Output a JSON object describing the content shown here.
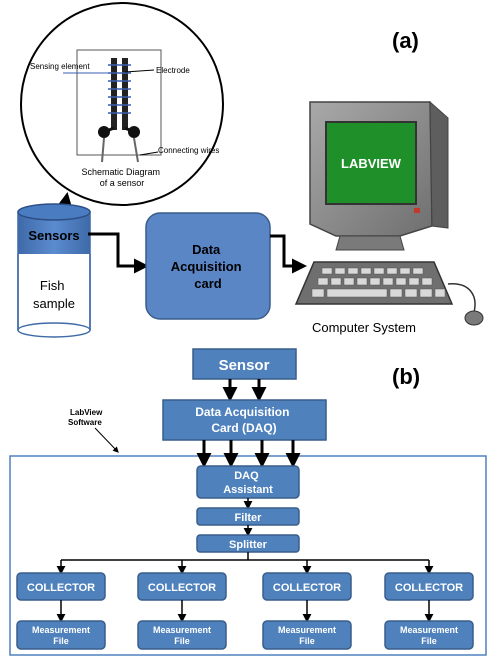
{
  "panel_a": {
    "label": "(a)",
    "inset": {
      "sensing_element": "Sensing element",
      "electrode": "Electrode",
      "connecting_wires": "Connecting wires",
      "caption_line1": "Schematic Diagram",
      "caption_line2": "of a sensor"
    },
    "beaker": {
      "sensors_label": "Sensors",
      "sample_line1": "Fish",
      "sample_line2": "sample"
    },
    "daq_card": {
      "line1": "Data",
      "line2": "Acquisition",
      "line3": "card"
    },
    "computer": {
      "screen_text": "LABVIEW",
      "caption": "Computer System"
    }
  },
  "panel_b": {
    "label": "(b)",
    "sensor": "Sensor",
    "daq_line1": "Data Acquisition",
    "daq_line2": "Card (DAQ)",
    "software_line1": "LabView",
    "software_line2": "Software",
    "daq_assistant_line1": "DAQ",
    "daq_assistant_line2": "Assistant",
    "filter": "Filter",
    "splitter": "Splitter",
    "collectors": [
      "COLLECTOR",
      "COLLECTOR",
      "COLLECTOR",
      "COLLECTOR"
    ],
    "files": [
      {
        "line1": "Measurement",
        "line2": "File"
      },
      {
        "line1": "Measurement",
        "line2": "File"
      },
      {
        "line1": "Measurement",
        "line2": "File"
      },
      {
        "line1": "Measurement",
        "line2": "File"
      }
    ]
  },
  "colors": {
    "box_fill": "#4f81bd",
    "box_stroke": "#385d8a",
    "daq_card_fill": "#5b86c6",
    "screen_green": "#1f8f2a",
    "monitor_gray": "#8c8c8c"
  }
}
